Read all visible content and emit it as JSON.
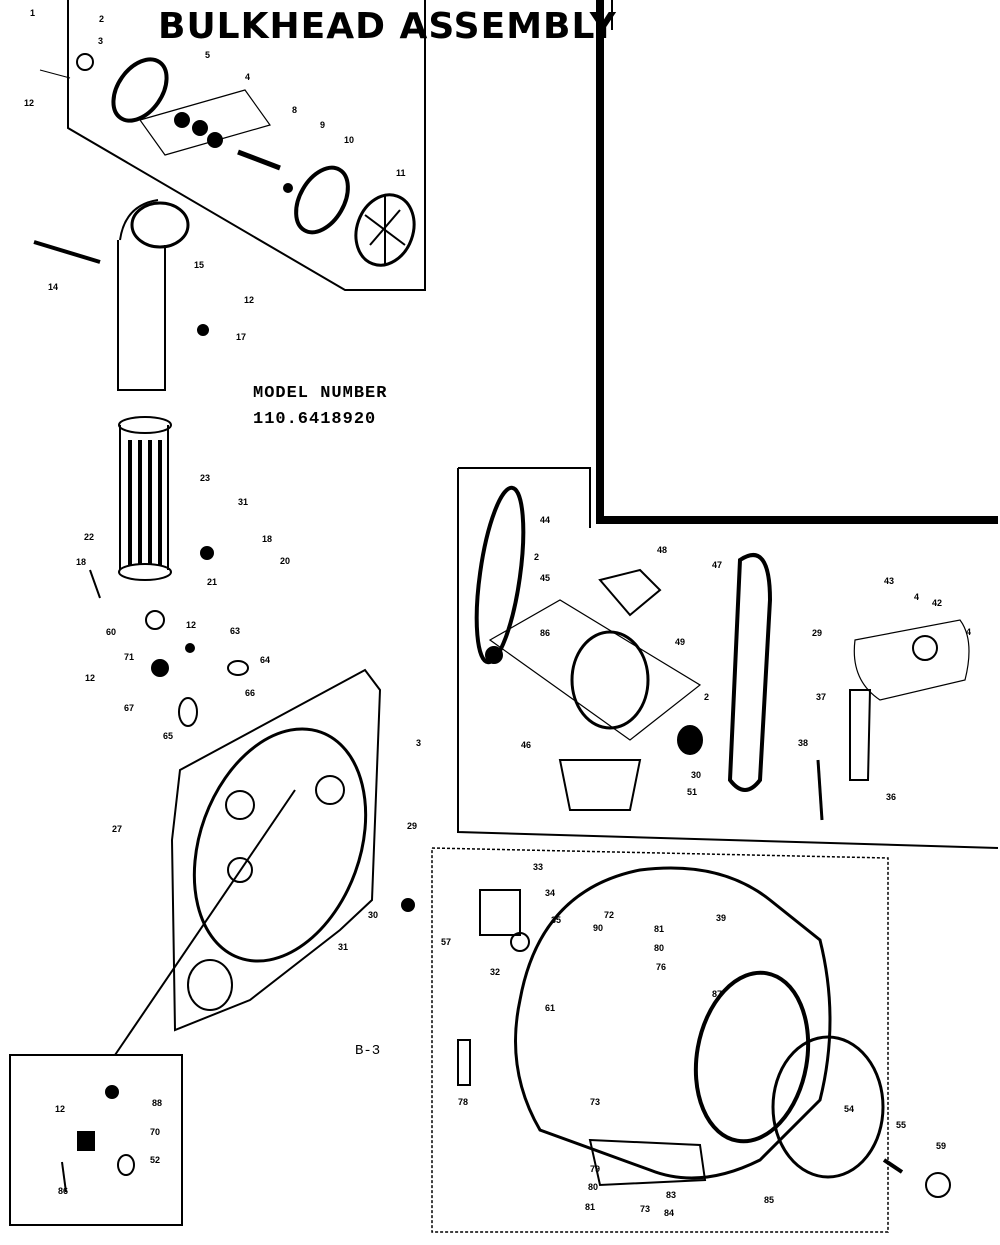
{
  "title": "BULKHEAD ASSEMBLY",
  "model_label": "MODEL NUMBER",
  "model_number": "110.6418920",
  "sheet_code": "B-3",
  "callouts": [
    {
      "id": "c1",
      "text": "1"
    },
    {
      "id": "c2a",
      "text": "2"
    },
    {
      "id": "c3",
      "text": "3"
    },
    {
      "id": "c4",
      "text": "4"
    },
    {
      "id": "c5",
      "text": "5"
    },
    {
      "id": "c8",
      "text": "8"
    },
    {
      "id": "c9",
      "text": "9"
    },
    {
      "id": "c10",
      "text": "10"
    },
    {
      "id": "c11",
      "text": "11"
    },
    {
      "id": "c12a",
      "text": "12"
    },
    {
      "id": "c14",
      "text": "14"
    },
    {
      "id": "c15",
      "text": "15"
    },
    {
      "id": "c12b",
      "text": "12"
    },
    {
      "id": "c17",
      "text": "17"
    },
    {
      "id": "c23",
      "text": "23"
    },
    {
      "id": "c31a",
      "text": "31"
    },
    {
      "id": "c22",
      "text": "22"
    },
    {
      "id": "c18a",
      "text": "18"
    },
    {
      "id": "c18b",
      "text": "18"
    },
    {
      "id": "c20",
      "text": "20"
    },
    {
      "id": "c21",
      "text": "21"
    },
    {
      "id": "c60",
      "text": "60"
    },
    {
      "id": "c12c",
      "text": "12"
    },
    {
      "id": "c63",
      "text": "63"
    },
    {
      "id": "c64",
      "text": "64"
    },
    {
      "id": "c71",
      "text": "71"
    },
    {
      "id": "c12d",
      "text": "12"
    },
    {
      "id": "c66",
      "text": "66"
    },
    {
      "id": "c67",
      "text": "67"
    },
    {
      "id": "c65",
      "text": "65"
    },
    {
      "id": "c27",
      "text": "27"
    },
    {
      "id": "c3b",
      "text": "3"
    },
    {
      "id": "c31b",
      "text": "31"
    },
    {
      "id": "c30a",
      "text": "30"
    },
    {
      "id": "c44",
      "text": "44"
    },
    {
      "id": "c2b",
      "text": "2"
    },
    {
      "id": "c45",
      "text": "45"
    },
    {
      "id": "c48",
      "text": "48"
    },
    {
      "id": "c47",
      "text": "47"
    },
    {
      "id": "c43",
      "text": "43"
    },
    {
      "id": "c4b",
      "text": "4"
    },
    {
      "id": "c42",
      "text": "42"
    },
    {
      "id": "c4c",
      "text": "4"
    },
    {
      "id": "c86",
      "text": "86"
    },
    {
      "id": "c49",
      "text": "49"
    },
    {
      "id": "c2c",
      "text": "2"
    },
    {
      "id": "c29",
      "text": "29"
    },
    {
      "id": "c37",
      "text": "37"
    },
    {
      "id": "c46",
      "text": "46"
    },
    {
      "id": "c30b",
      "text": "30"
    },
    {
      "id": "c51",
      "text": "51"
    },
    {
      "id": "c38",
      "text": "38"
    },
    {
      "id": "c36",
      "text": "36"
    },
    {
      "id": "c29b",
      "text": "29"
    },
    {
      "id": "c33",
      "text": "33"
    },
    {
      "id": "c34",
      "text": "34"
    },
    {
      "id": "c35",
      "text": "35"
    },
    {
      "id": "c57",
      "text": "57"
    },
    {
      "id": "c32",
      "text": "32"
    },
    {
      "id": "c72",
      "text": "72"
    },
    {
      "id": "c90",
      "text": "90"
    },
    {
      "id": "c81",
      "text": "81"
    },
    {
      "id": "c80",
      "text": "80"
    },
    {
      "id": "c76",
      "text": "76"
    },
    {
      "id": "c39",
      "text": "39"
    },
    {
      "id": "c87",
      "text": "87"
    },
    {
      "id": "c61",
      "text": "61"
    },
    {
      "id": "c78",
      "text": "78"
    },
    {
      "id": "c73",
      "text": "73"
    },
    {
      "id": "c54",
      "text": "54"
    },
    {
      "id": "c55",
      "text": "55"
    },
    {
      "id": "c59",
      "text": "59"
    },
    {
      "id": "c79",
      "text": "79"
    },
    {
      "id": "c80b",
      "text": "80"
    },
    {
      "id": "c81b",
      "text": "81"
    },
    {
      "id": "c73b",
      "text": "73"
    },
    {
      "id": "c84",
      "text": "84"
    },
    {
      "id": "c83",
      "text": "83"
    },
    {
      "id": "c85",
      "text": "85"
    },
    {
      "id": "c12e",
      "text": "12"
    },
    {
      "id": "c88",
      "text": "88"
    },
    {
      "id": "c70",
      "text": "70"
    },
    {
      "id": "c52",
      "text": "52"
    },
    {
      "id": "c86b",
      "text": "86"
    }
  ]
}
